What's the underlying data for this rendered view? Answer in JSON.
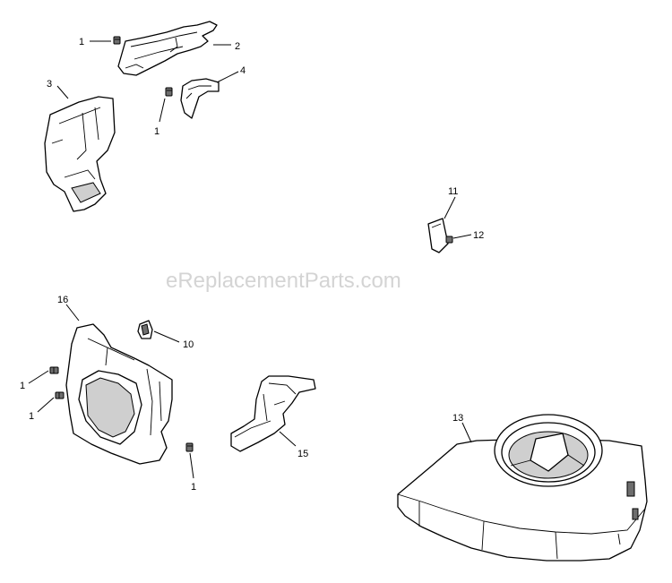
{
  "watermark": "eReplacementParts.com",
  "callouts": {
    "c1a": "1",
    "c2": "2",
    "c3": "3",
    "c4": "4",
    "c1b": "1",
    "c11": "11",
    "c12": "12",
    "c16": "16",
    "c10": "10",
    "c1c": "1",
    "c1d": "1",
    "c15": "15",
    "c1e": "1",
    "c13": "13"
  },
  "colors": {
    "line": "#000000",
    "shade": "#cfcfcf",
    "watermark": "#d4d4d4"
  }
}
